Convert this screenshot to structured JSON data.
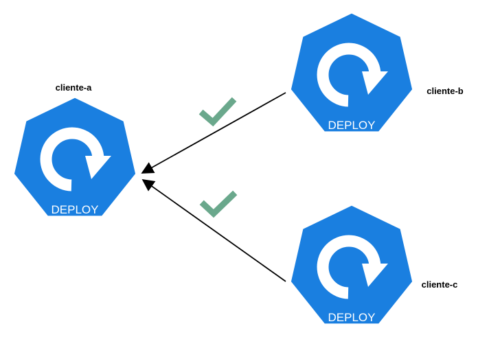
{
  "colors": {
    "node_fill": "#1a7fe0",
    "node_stroke": "#ffffff",
    "edge": "#000000",
    "check": "#6aa88c"
  },
  "nodes": [
    {
      "id": "cliente-a",
      "label": "cliente-a",
      "badge": "DEPLOY",
      "icon": "refresh-arrow-icon"
    },
    {
      "id": "cliente-b",
      "label": "cliente-b",
      "badge": "DEPLOY",
      "icon": "refresh-arrow-icon"
    },
    {
      "id": "cliente-c",
      "label": "cliente-c",
      "badge": "DEPLOY",
      "icon": "refresh-arrow-icon"
    }
  ],
  "edges": [
    {
      "from": "cliente-b",
      "to": "cliente-a",
      "status_icon": "checkmark-icon"
    },
    {
      "from": "cliente-c",
      "to": "cliente-a",
      "status_icon": "checkmark-icon"
    }
  ]
}
